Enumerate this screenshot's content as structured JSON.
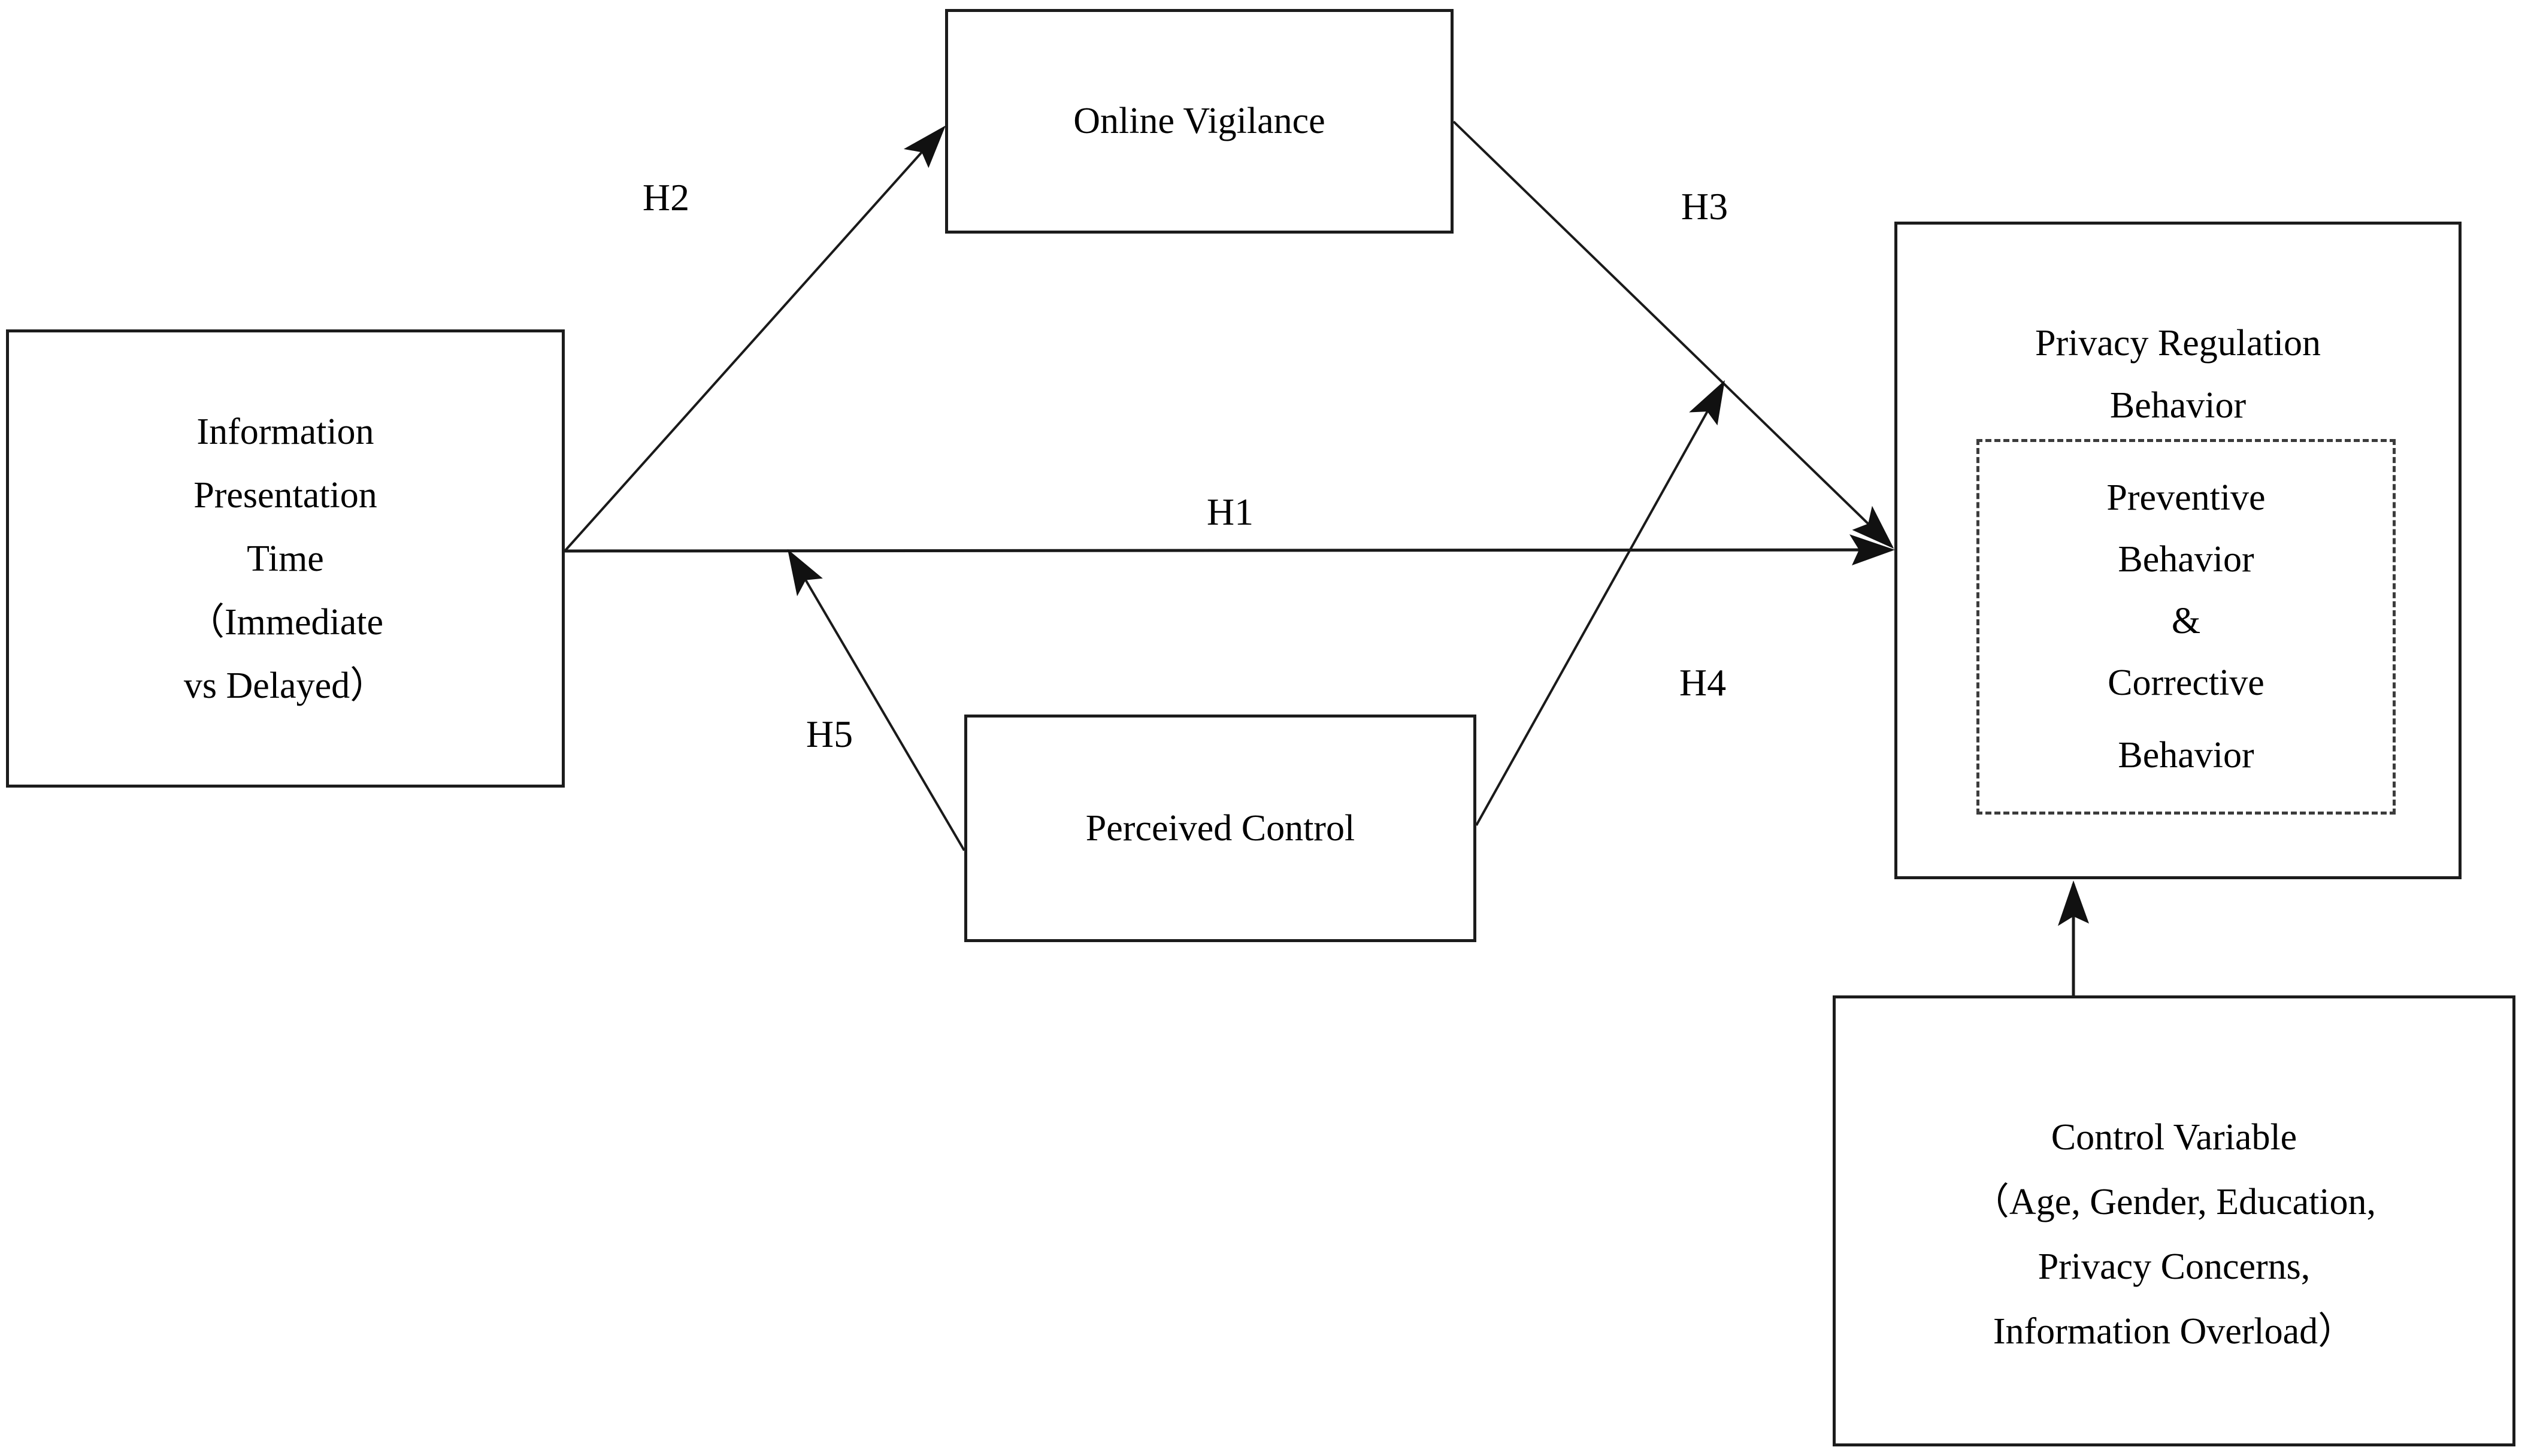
{
  "figure": {
    "type": "path-diagram",
    "background_color": "#ffffff",
    "line_color": "#1a1a1a",
    "text_color": "#000000"
  },
  "boxes": {
    "information_presentation_time": {
      "lines": [
        "Information",
        "Presentation",
        "Time",
        "（Immediate",
        "vs Delayed）"
      ]
    },
    "online_vigilance": {
      "label": "Online Vigilance"
    },
    "perceived_control": {
      "label": "Perceived Control"
    },
    "privacy_regulation_behavior": {
      "title_lines": [
        "Privacy Regulation",
        "Behavior"
      ],
      "inner_dashed_box_lines": [
        "Preventive",
        "Behavior",
        "&",
        "Corrective",
        "Behavior"
      ]
    },
    "control_variable": {
      "lines": [
        "Control Variable",
        "（Age, Gender, Education,",
        "Privacy Concerns,",
        "Information Overload）"
      ]
    }
  },
  "labels": {
    "h1": "H1",
    "h2": "H2",
    "h3": "H3",
    "h4": "H4",
    "h5": "H5"
  },
  "arrows": [
    {
      "id": "h1",
      "label": "H1",
      "from": "information_presentation_time",
      "to": "privacy_regulation_behavior",
      "style": "solid-arrow"
    },
    {
      "id": "h2",
      "label": "H2",
      "from": "information_presentation_time",
      "to": "online_vigilance",
      "style": "solid-arrow"
    },
    {
      "id": "h3",
      "label": "H3",
      "from": "online_vigilance",
      "to": "privacy_regulation_behavior",
      "style": "solid-arrow"
    },
    {
      "id": "h4",
      "label": "H4",
      "from": "perceived_control",
      "to": "h3-path",
      "style": "solid-arrow"
    },
    {
      "id": "h5",
      "label": "H5",
      "from": "perceived_control",
      "to": "h1-path",
      "style": "solid-arrow"
    },
    {
      "id": "control-arrow",
      "label": "",
      "from": "control_variable",
      "to": "privacy_regulation_behavior",
      "style": "solid-arrow"
    }
  ]
}
